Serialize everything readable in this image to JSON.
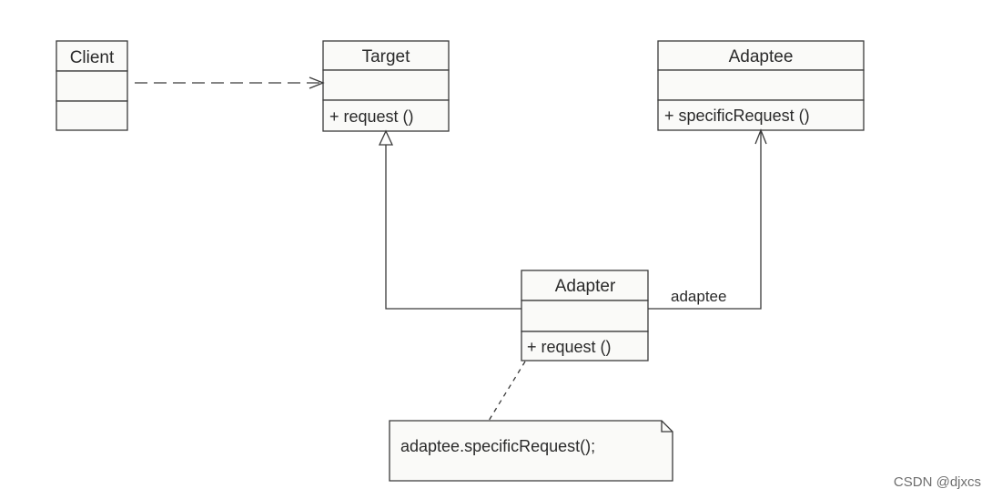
{
  "classes": {
    "client": {
      "name": "Client",
      "operation": ""
    },
    "target": {
      "name": "Target",
      "operation": "+ request ()"
    },
    "adaptee": {
      "name": "Adaptee",
      "operation": "+ specificRequest ()"
    },
    "adapter": {
      "name": "Adapter",
      "operation": "+ request ()"
    }
  },
  "relations": {
    "adapter_to_adaptee_role": "adaptee"
  },
  "note": {
    "text": "adaptee.specificRequest();"
  },
  "watermark": "CSDN @djxcs",
  "colors": {
    "line": "#3a3a3a",
    "box_fill": "#fafaf8",
    "text": "#2a2a2a"
  }
}
